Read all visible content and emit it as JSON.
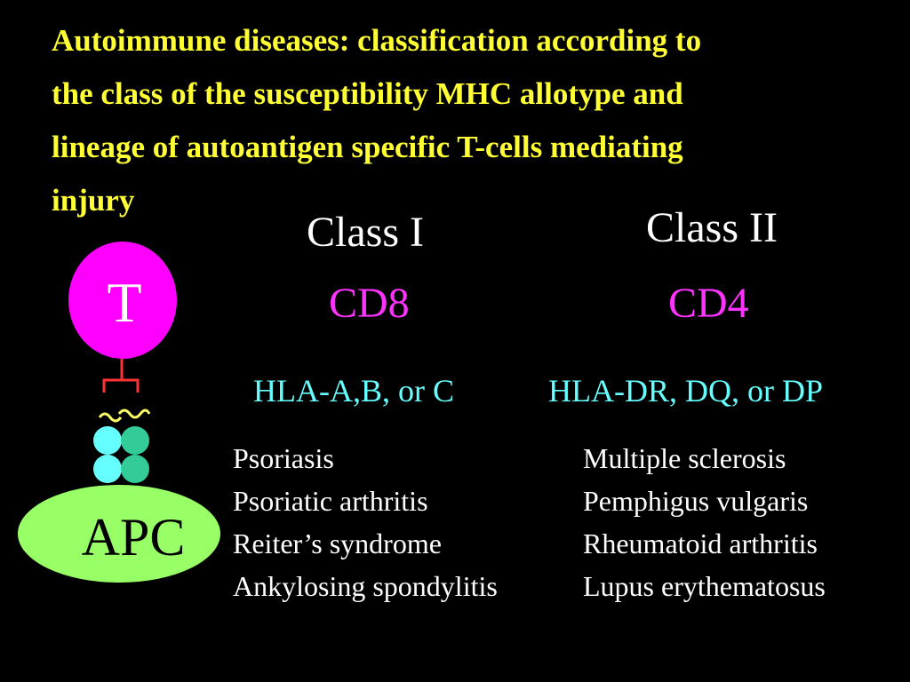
{
  "title_lines": [
    "Autoimmune diseases: classification according to",
    "the class of the susceptibility MHC allotype and",
    "lineage of autoantigen specific T-cells mediating",
    "injury"
  ],
  "columns": [
    {
      "heading": "Class I",
      "cd": "CD8",
      "hla": "HLA-A,B, or C",
      "diseases": [
        "Psoriasis",
        "Psoriatic arthritis",
        "Reiter’s syndrome",
        "Ankylosing spondylitis"
      ]
    },
    {
      "heading": "Class II",
      "cd": "CD4",
      "hla": "HLA-DR, DQ, or DP",
      "diseases": [
        "Multiple sclerosis",
        "Pemphigus vulgaris",
        "Rheumatoid arthritis",
        "Lupus erythematosus"
      ]
    }
  ],
  "diagram": {
    "t_cell_label": "T",
    "apc_label": "APC",
    "colors": {
      "t_cell": "#FF00FF",
      "apc": "#99FF66",
      "receptor": "#FF3333",
      "mhc_left": "#66FFFF",
      "mhc_right": "#33CC99",
      "peptide": "#FFFF66"
    }
  },
  "colors": {
    "background": "#000000",
    "title": "#FFFF33",
    "heading": "#FFFFFF",
    "cd": "#FF33FF",
    "hla": "#66FFFF",
    "disease": "#FFFFFF"
  }
}
